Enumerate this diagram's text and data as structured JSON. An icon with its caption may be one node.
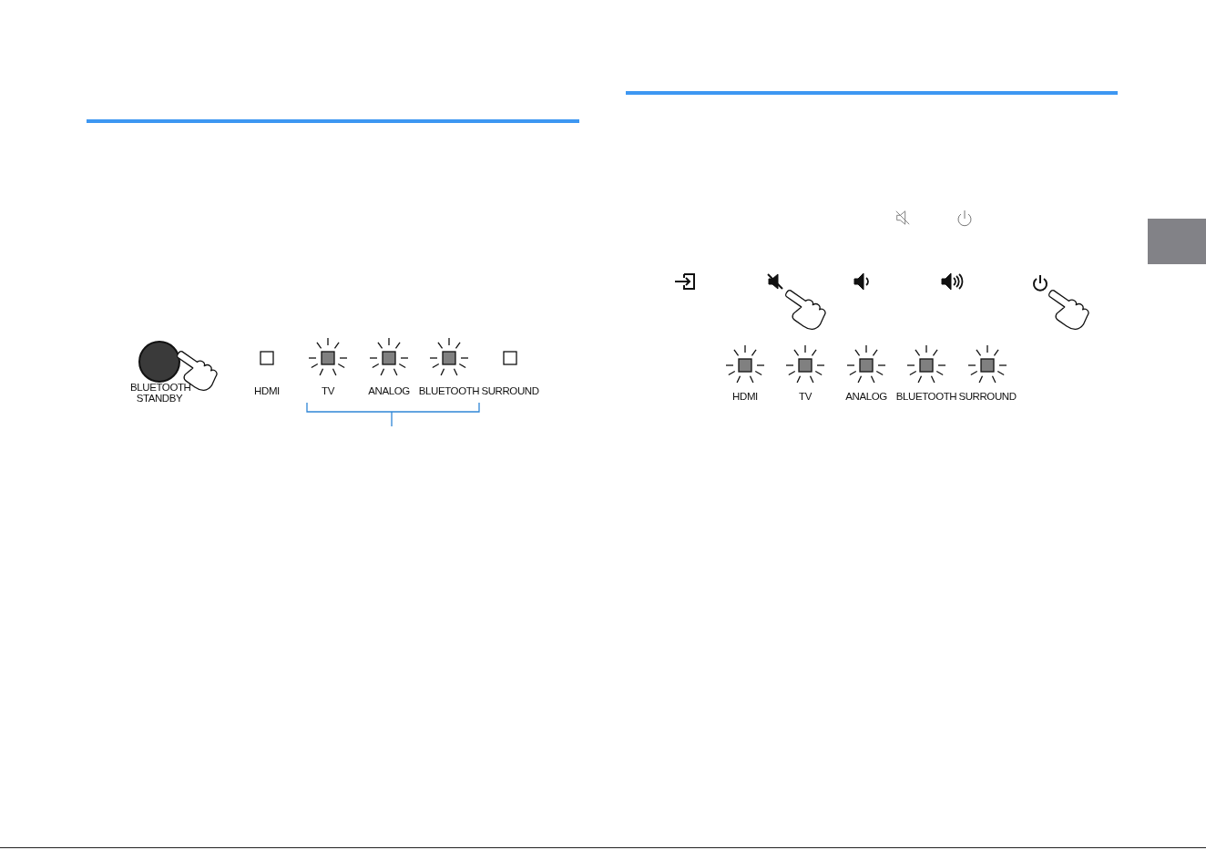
{
  "diagram": {
    "labels": [
      "BLUETOOTH STANDBY",
      "HDMI",
      "TV",
      "ANALOG",
      "BLUETOOTH",
      "SURROUND",
      "HDMI",
      "TV",
      "ANALOG",
      "BLUETOOTH",
      "SURROUND"
    ]
  }
}
